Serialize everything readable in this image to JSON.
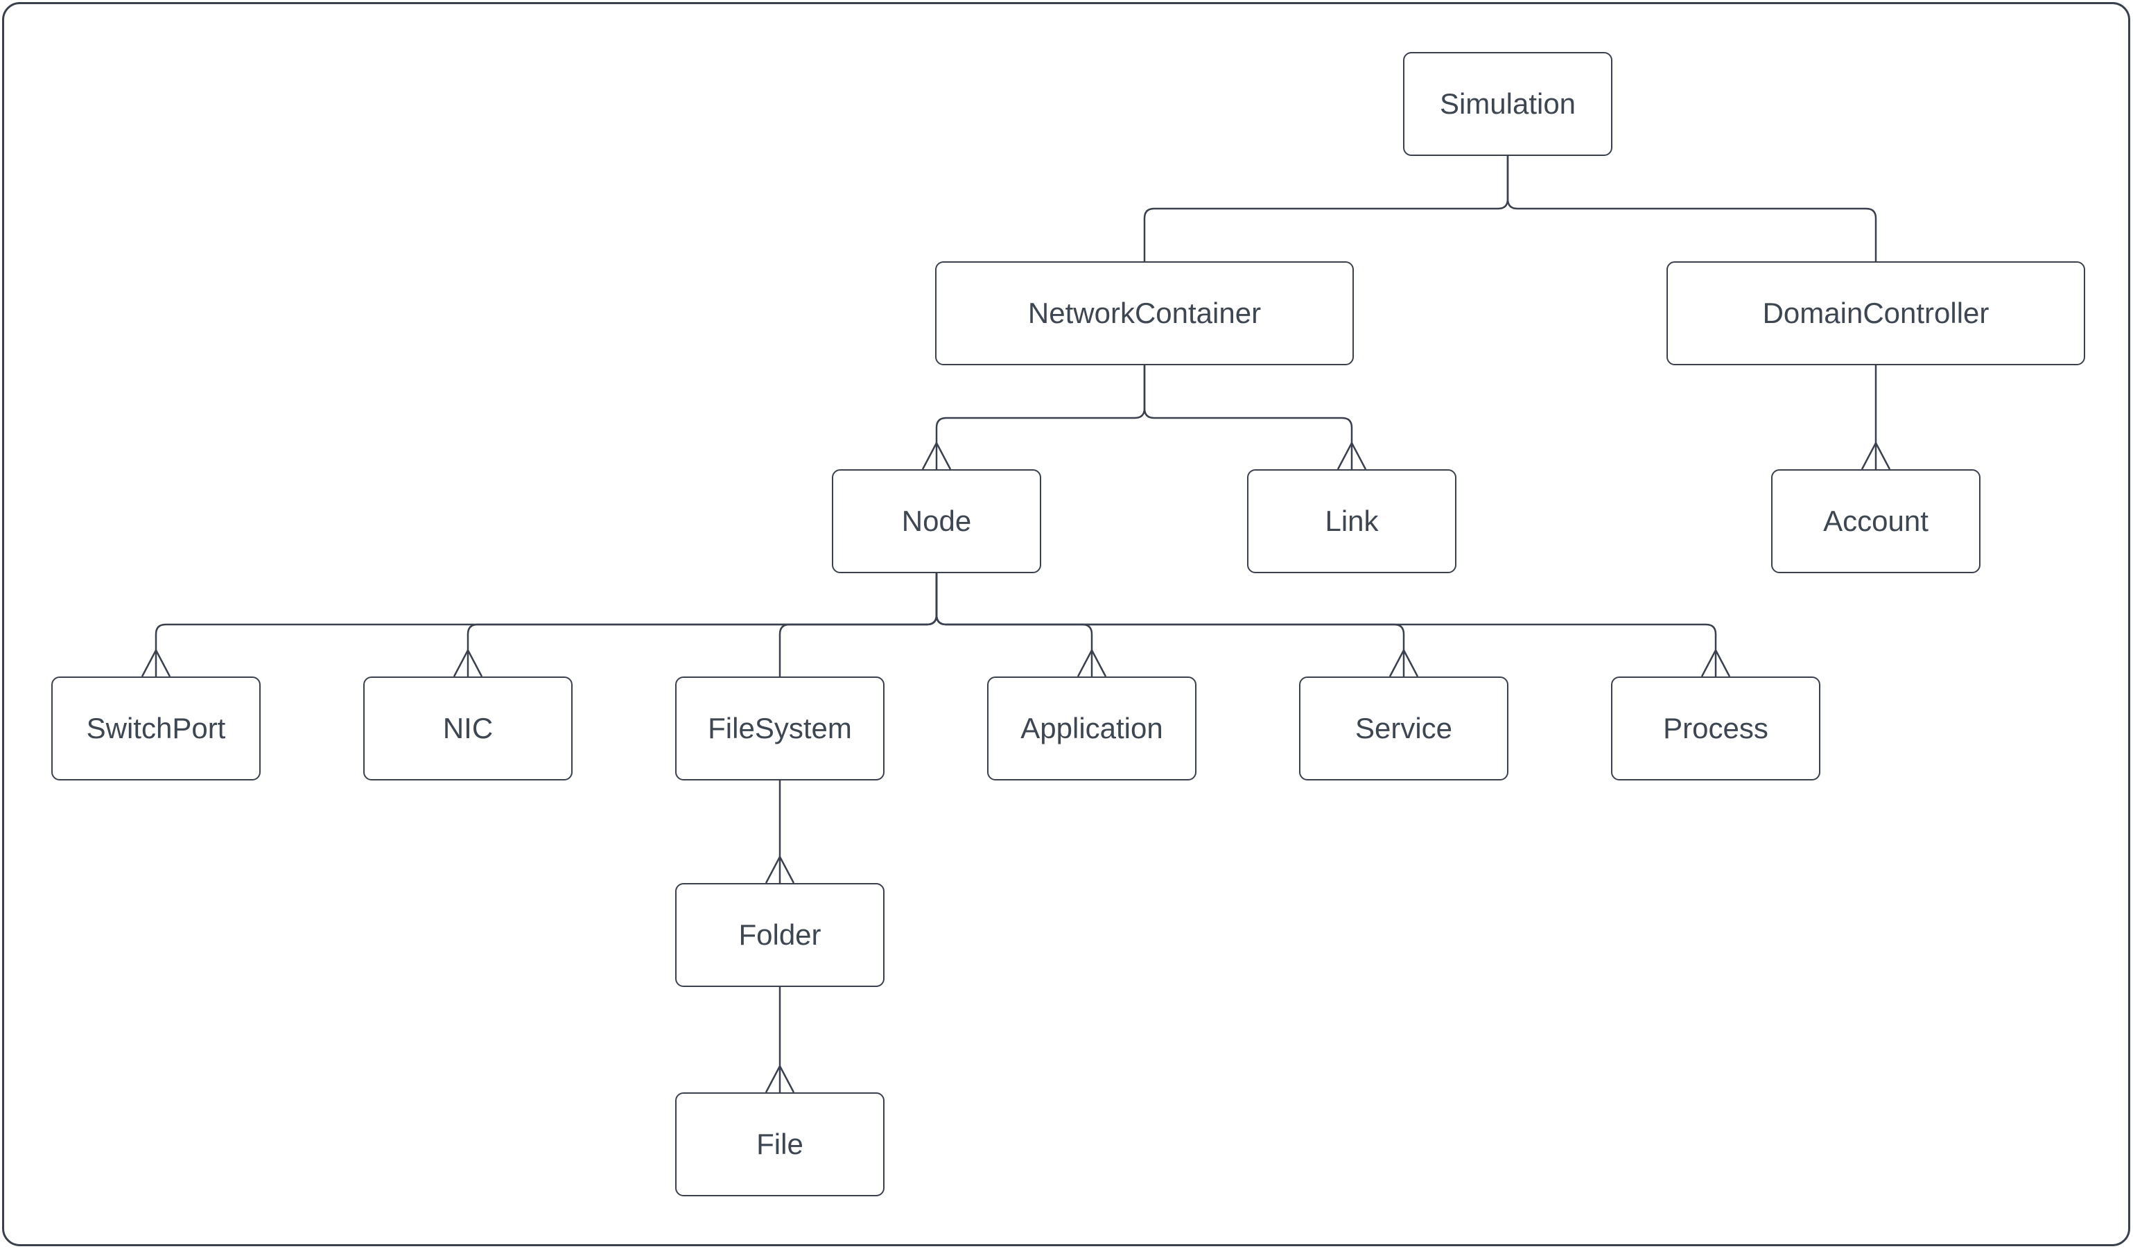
{
  "diagram": {
    "type": "hierarchy-tree",
    "colors": {
      "background": "#ffffff",
      "shape_fill": "#ffffff",
      "stroke": "#3a404d",
      "text": "#3e4652"
    },
    "nodes": [
      {
        "id": "simulation",
        "label": "Simulation"
      },
      {
        "id": "network-container",
        "label": "NetworkContainer"
      },
      {
        "id": "domain-controller",
        "label": "DomainController"
      },
      {
        "id": "node",
        "label": "Node"
      },
      {
        "id": "link",
        "label": "Link"
      },
      {
        "id": "account",
        "label": "Account"
      },
      {
        "id": "switch-port",
        "label": "SwitchPort"
      },
      {
        "id": "nic",
        "label": "NIC"
      },
      {
        "id": "file-system",
        "label": "FileSystem"
      },
      {
        "id": "application",
        "label": "Application"
      },
      {
        "id": "service",
        "label": "Service"
      },
      {
        "id": "process",
        "label": "Process"
      },
      {
        "id": "folder",
        "label": "Folder"
      },
      {
        "id": "file",
        "label": "File"
      }
    ],
    "edges": [
      {
        "from": "simulation",
        "to": "network-container",
        "arrowhead": false
      },
      {
        "from": "simulation",
        "to": "domain-controller",
        "arrowhead": false
      },
      {
        "from": "network-container",
        "to": "node",
        "arrowhead": true
      },
      {
        "from": "network-container",
        "to": "link",
        "arrowhead": true
      },
      {
        "from": "domain-controller",
        "to": "account",
        "arrowhead": true
      },
      {
        "from": "node",
        "to": "switch-port",
        "arrowhead": true
      },
      {
        "from": "node",
        "to": "nic",
        "arrowhead": true
      },
      {
        "from": "node",
        "to": "file-system",
        "arrowhead": false
      },
      {
        "from": "node",
        "to": "application",
        "arrowhead": true
      },
      {
        "from": "node",
        "to": "service",
        "arrowhead": true
      },
      {
        "from": "node",
        "to": "process",
        "arrowhead": true
      },
      {
        "from": "file-system",
        "to": "folder",
        "arrowhead": true
      },
      {
        "from": "folder",
        "to": "file",
        "arrowhead": true
      }
    ]
  }
}
